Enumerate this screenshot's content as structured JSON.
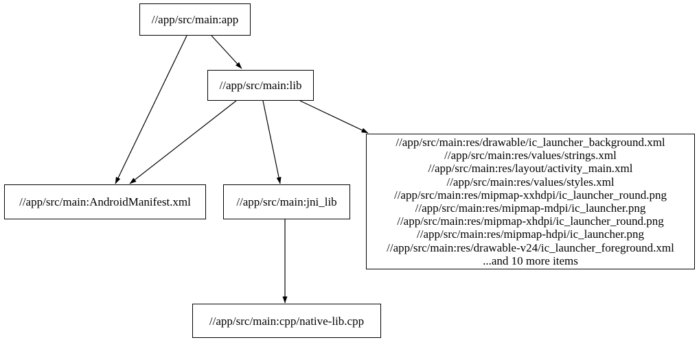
{
  "diagram": {
    "type": "dependency-graph",
    "colors": {
      "background": "#ffffff",
      "node_fill": "#ffffff",
      "node_border": "#000000",
      "edge": "#000000",
      "text": "#000000"
    },
    "nodes": {
      "app": {
        "label": "//app/src/main:app"
      },
      "lib": {
        "label": "//app/src/main:lib"
      },
      "manifest": {
        "label": "//app/src/main:AndroidManifest.xml"
      },
      "jni_lib": {
        "label": "//app/src/main:jni_lib"
      },
      "native": {
        "label": "//app/src/main:cpp/native-lib.cpp"
      },
      "resources": {
        "lines": [
          "//app/src/main:res/drawable/ic_launcher_background.xml",
          "//app/src/main:res/values/strings.xml",
          "//app/src/main:res/layout/activity_main.xml",
          "//app/src/main:res/values/styles.xml",
          "//app/src/main:res/mipmap-xxhdpi/ic_launcher_round.png",
          "//app/src/main:res/mipmap-mdpi/ic_launcher.png",
          "//app/src/main:res/mipmap-xhdpi/ic_launcher_round.png",
          "//app/src/main:res/mipmap-hdpi/ic_launcher.png",
          "//app/src/main:res/drawable-v24/ic_launcher_foreground.xml",
          "...and 10 more items"
        ]
      }
    },
    "edges": [
      {
        "from": "//app/src/main:app",
        "to": "//app/src/main:lib"
      },
      {
        "from": "//app/src/main:app",
        "to": "//app/src/main:AndroidManifest.xml"
      },
      {
        "from": "//app/src/main:lib",
        "to": "//app/src/main:AndroidManifest.xml"
      },
      {
        "from": "//app/src/main:lib",
        "to": "//app/src/main:jni_lib"
      },
      {
        "from": "//app/src/main:lib",
        "to": "//app/src/main:res (resource list)"
      },
      {
        "from": "//app/src/main:jni_lib",
        "to": "//app/src/main:cpp/native-lib.cpp"
      }
    ]
  }
}
